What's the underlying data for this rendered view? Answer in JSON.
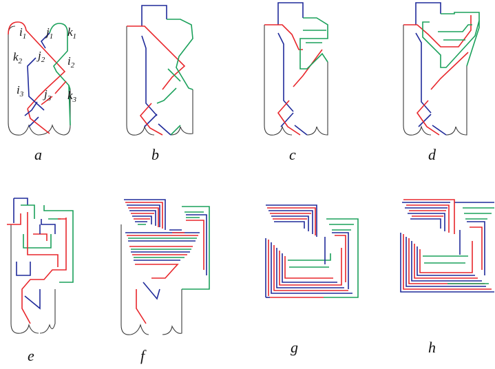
{
  "colors": {
    "blue": "#1f2a9a",
    "red": "#e8262b",
    "green": "#1aa05a",
    "outline": "#3a3a3a"
  },
  "panels": [
    {
      "label": "a"
    },
    {
      "label": "b"
    },
    {
      "label": "c"
    },
    {
      "label": "d"
    },
    {
      "label": "e"
    },
    {
      "label": "f"
    },
    {
      "label": "g"
    },
    {
      "label": "h"
    }
  ],
  "arc_labels": {
    "i1": {
      "base": "i",
      "sub": "1"
    },
    "j1": {
      "base": "j",
      "sub": "1"
    },
    "k1": {
      "base": "k",
      "sub": "1"
    },
    "k2": {
      "base": "k",
      "sub": "2"
    },
    "j2": {
      "base": "j",
      "sub": "2"
    },
    "i2": {
      "base": "i",
      "sub": "2"
    },
    "i3": {
      "base": "i",
      "sub": "3"
    },
    "j3": {
      "base": "j",
      "sub": "3"
    },
    "k3": {
      "base": "k",
      "sub": "3"
    }
  }
}
